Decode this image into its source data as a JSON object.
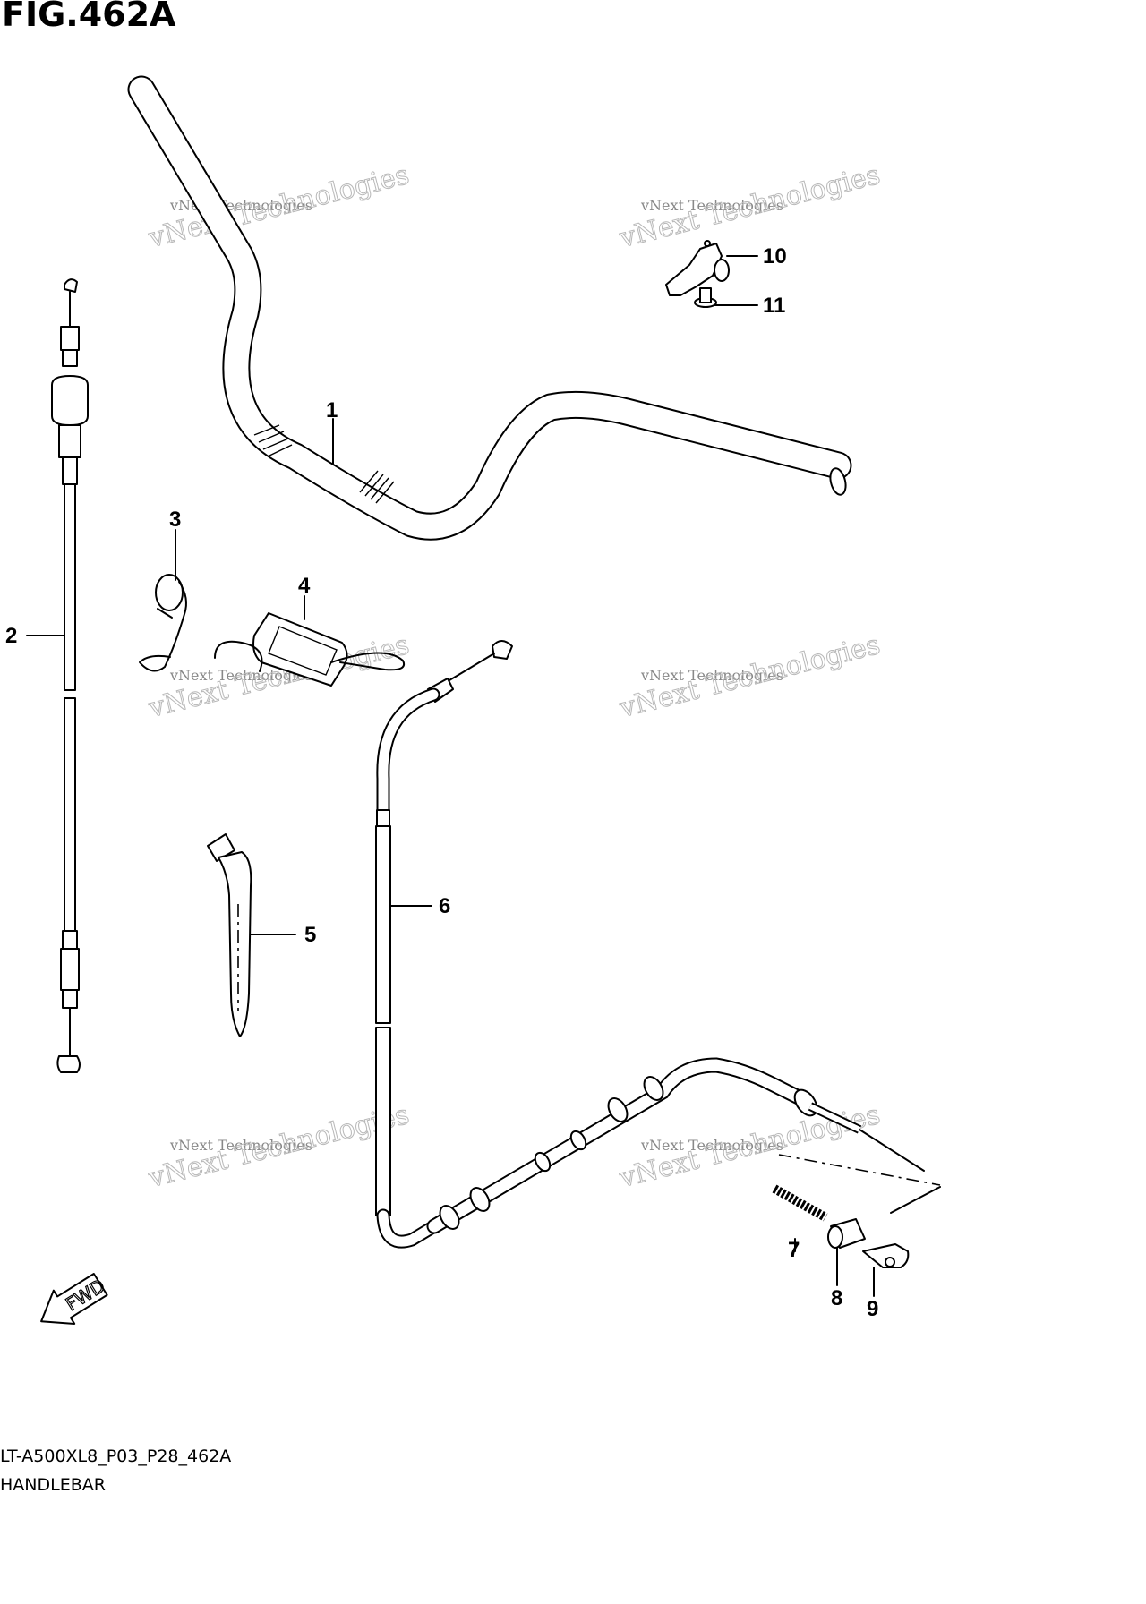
{
  "figure_title": "FIG.462A",
  "callouts": [
    "1",
    "2",
    "3",
    "4",
    "5",
    "6",
    "7",
    "8",
    "9",
    "10",
    "11"
  ],
  "watermark": {
    "line1": "vNext Technologies",
    "line2": "vNext Technologies"
  },
  "fwd_label": "FWD",
  "footer": {
    "code": "LT-A500XL8_P03_P28_462A",
    "name": "HANDLEBAR"
  }
}
